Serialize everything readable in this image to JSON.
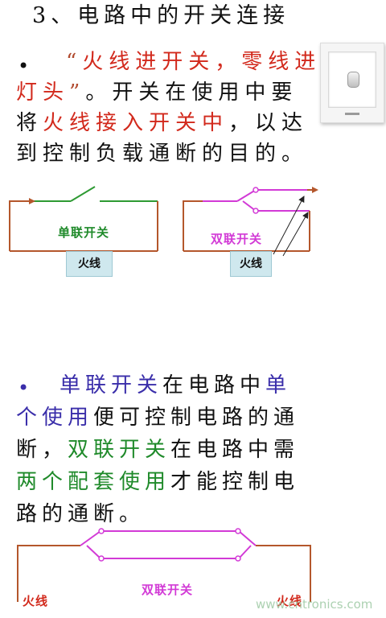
{
  "heading": "3、电路中的开关连接",
  "bullet_symbol": "•",
  "para1": {
    "line1_quote_open": "“",
    "line1_red": "火线进开关，零线进",
    "line2_red": "灯头",
    "line2_quote_close": "”",
    "line2_black": "。开关在使用中要",
    "line3_black_a": "将",
    "line3_red": "火线接入开关中",
    "line3_black_b": "，以达",
    "line4_black": "到控制负载通断的目的。"
  },
  "diagram1": {
    "single_label": "单联开关",
    "double_label": "双联开关",
    "live_wire_left": "火线",
    "live_wire_right": "火线"
  },
  "para2": {
    "line1_blue_a": "单联开关",
    "line1_black": "在电路中",
    "line1_blue_b": "单",
    "line2_blue": "个使用",
    "line2_black": "便可控制电路的通",
    "line3_black_a": "断，",
    "line3_green": "双联开关",
    "line3_black_b": "在电路中需",
    "line4_green": "两个配套使用",
    "line4_black": "才能控制电",
    "line5_black": "路的通断。"
  },
  "diagram2": {
    "live_left": "火线",
    "double_label": "双联开关",
    "live_right": "火线"
  },
  "watermark": "www.cntronics.com",
  "colors": {
    "red": "#d2291c",
    "brown_text": "#b14a2e",
    "blue": "#3a2eaa",
    "green": "#1f8a2a",
    "magenta": "#d23ad6",
    "brown_wire": "#b4572c",
    "green_wire": "#2e9a33",
    "black_line": "#222222"
  }
}
